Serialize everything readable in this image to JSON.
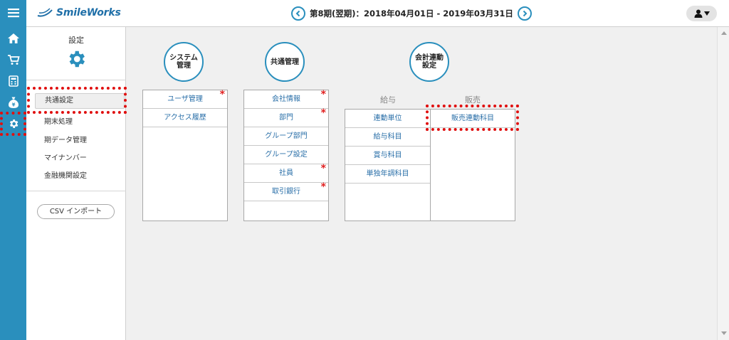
{
  "header": {
    "brand": "SmileWorks",
    "period": "第8期(翌期)：2018年04月01日 - 2019年03月31日"
  },
  "rail": {
    "items": [
      {
        "icon": "menu-icon"
      },
      {
        "icon": "home-icon"
      },
      {
        "icon": "cart-icon"
      },
      {
        "icon": "calculator-icon"
      },
      {
        "icon": "money-bag-icon"
      },
      {
        "icon": "gear-icon"
      }
    ]
  },
  "menu": {
    "title": "設定",
    "items": [
      "共通設定",
      "期末処理",
      "期データ管理",
      "マイナンバー",
      "金融機関設定"
    ],
    "csv_button": "CSV インポート"
  },
  "system": {
    "title_line1": "システム",
    "title_line2": "管理",
    "items": [
      "ユーザ管理",
      "アクセス履歴"
    ]
  },
  "common": {
    "title": "共通管理",
    "items": [
      "会社情報",
      "部門",
      "グループ部門",
      "グループ設定",
      "社員",
      "取引銀行"
    ]
  },
  "accounting": {
    "title_line1": "会計連動",
    "title_line2": "設定",
    "salary_header": "給与",
    "sales_header": "販売",
    "salary_items": [
      "連動単位",
      "給与科目",
      "賞与科目",
      "単独年調科目"
    ],
    "sales_items": [
      "販売連動科目"
    ]
  },
  "required_mark": "*",
  "colors": {
    "accent": "#2a8fbd",
    "highlight": "#e01010",
    "required": "#e02020"
  }
}
